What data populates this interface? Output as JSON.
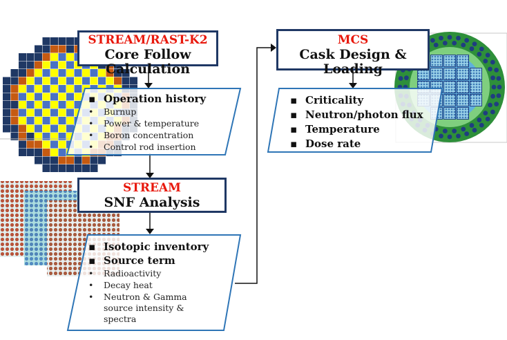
{
  "boxes": {
    "core": {
      "title": "STREAM/RAST-K2",
      "subtitle": "Core Follow Calculation"
    },
    "snf": {
      "title": "STREAM",
      "subtitle": "SNF Analysis"
    },
    "mcs": {
      "title": "MCS",
      "subtitle": "Cask Design & Loading"
    }
  },
  "lists": {
    "operation": {
      "main": [
        "Operation history"
      ],
      "sub": [
        "Burnup",
        "Power & temperature",
        "Boron concentration",
        "Control rod insertion"
      ]
    },
    "inventory": {
      "main": [
        "Isotopic inventory",
        "Source term"
      ],
      "sub": [
        "Radioactivity",
        "Decay heat",
        "Neutron & Gamma"
      ],
      "sub_cont": [
        "source intensity &",
        "spectra"
      ]
    },
    "cask": {
      "main": [
        "Criticality",
        "Neutron/photon flux",
        "Temperature",
        "Dose rate"
      ]
    }
  },
  "colors": {
    "box_border": "#1f3864",
    "title_red": "#e8180c",
    "core_yellow": "#ffff00",
    "core_blue": "#4a72c4",
    "core_orange": "#c55a11",
    "core_navy": "#1f3864",
    "cask_green": "#3f9b3f",
    "cask_light": "#8fd18f",
    "cask_inner": "#5ba3d6"
  }
}
